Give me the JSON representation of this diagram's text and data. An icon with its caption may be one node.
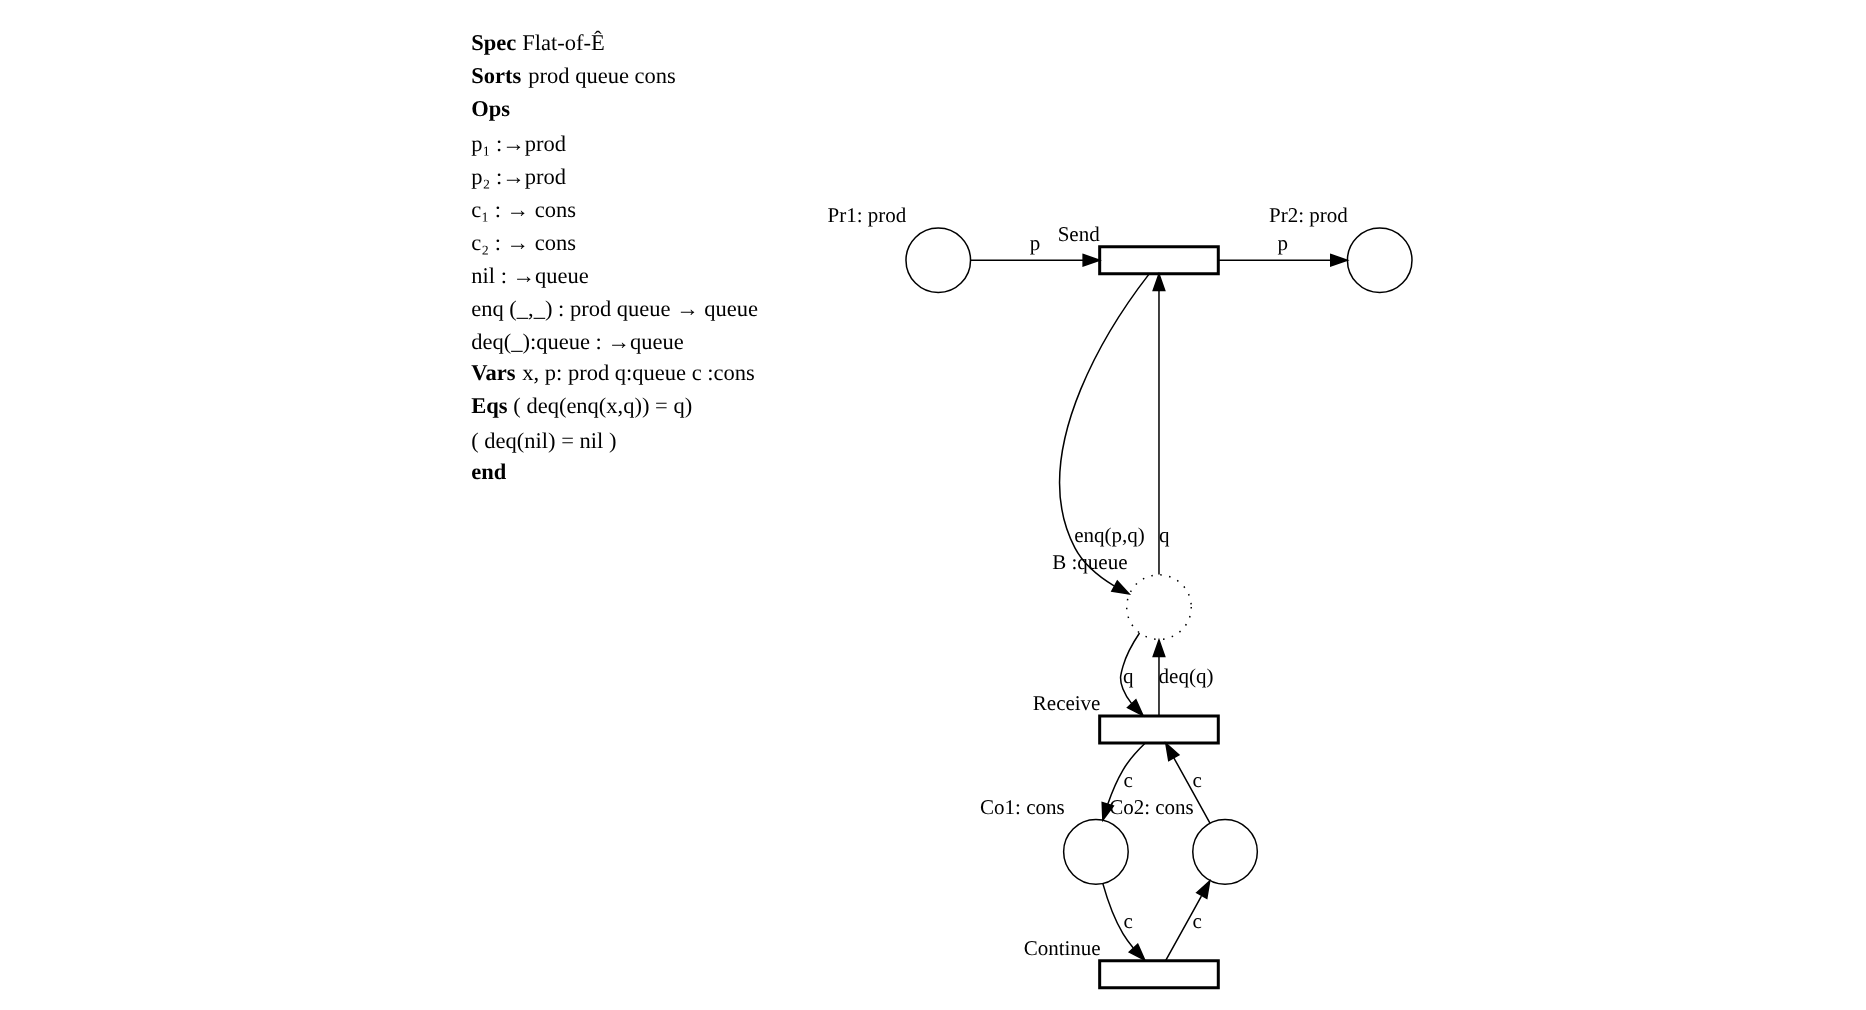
{
  "diagram": {
    "nodes": [
      {
        "text": [
          "Pr1: prod"
        ]
      },
      {
        "text": [
          "Send"
        ]
      },
      {
        "text": [
          "Pr2: prod"
        ]
      },
      {
        "text": [
          "B :queue"
        ]
      },
      {
        "text": [
          "Receive"
        ]
      },
      {
        "text": [
          "Co1: cons"
        ]
      },
      {
        "text": [
          "Co2: cons"
        ]
      },
      {
        "text": [
          "Continue"
        ]
      }
    ],
    "edges": [
      {
        "from": 0,
        "to": 1,
        "arrow": "to",
        "label": "p"
      },
      {
        "from": 1,
        "to": 2,
        "arrow": "to",
        "label": "p"
      },
      {
        "from": 3,
        "to": 1,
        "arrow": "to",
        "label": "q"
      },
      {
        "from": 1,
        "to": 3,
        "arrow": "to",
        "label": "enq(p,q)"
      },
      {
        "from": 3,
        "to": 4,
        "arrow": "to",
        "label": "q"
      },
      {
        "from": 4,
        "to": 3,
        "arrow": "to",
        "label": "deq(q)"
      },
      {
        "from": 4,
        "to": 5,
        "arrow": "to",
        "label": "c"
      },
      {
        "from": 6,
        "to": 4,
        "arrow": "to",
        "label": "c"
      },
      {
        "from": 5,
        "to": 7,
        "arrow": "to",
        "label": "c"
      },
      {
        "from": 7,
        "to": 6,
        "arrow": "to",
        "label": "c"
      }
    ],
    "labels": [
      "**Spec** Flat-of-Ê",
      "**Sorts** prod queue cons",
      "**Ops**",
      "p₁ :→prod",
      "p₂ :→prod",
      "c₁ : → cons",
      "c₂ : → cons",
      "nil : →queue",
      "enq (_,_) : prod queue → queue",
      "deq(_):queue : →queue",
      "**Vars** x, p: prod q:queue c :cons",
      "**Eqs** ( deq(enq(x,q)) = q)",
      "( deq(nil) = nil )",
      "**end**"
    ]
  }
}
